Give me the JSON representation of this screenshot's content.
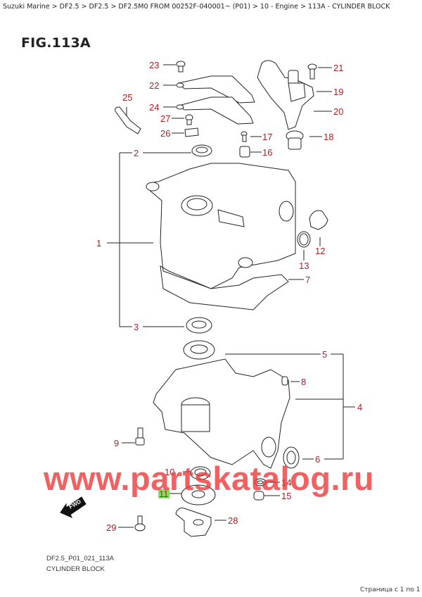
{
  "breadcrumb": {
    "text": "Suzuki Marine > DF2.5 > DF2.5 > DF2.5M0 FROM 00252F-040001~  (P01) > 10 - Engine > 113A - CYLINDER BLOCK",
    "items": [
      "Suzuki Marine",
      "DF2.5",
      "DF2.5",
      "DF2.5M0 FROM 00252F-040001~  (P01)",
      "10 - Engine",
      "113A - CYLINDER BLOCK"
    ]
  },
  "figure": {
    "title": "FIG.113A",
    "code": "DF2.5_P01_021_113A",
    "caption": "CYLINDER BLOCK",
    "fwd_label": "FWD",
    "label_color": "#b01e23",
    "highlight_color": "#7fe05a",
    "highlighted_part": "11"
  },
  "callouts": [
    {
      "num": "1"
    },
    {
      "num": "2"
    },
    {
      "num": "3"
    },
    {
      "num": "4"
    },
    {
      "num": "5"
    },
    {
      "num": "6"
    },
    {
      "num": "7"
    },
    {
      "num": "8"
    },
    {
      "num": "9"
    },
    {
      "num": "10"
    },
    {
      "num": "11"
    },
    {
      "num": "12"
    },
    {
      "num": "13"
    },
    {
      "num": "14"
    },
    {
      "num": "15"
    },
    {
      "num": "16"
    },
    {
      "num": "17"
    },
    {
      "num": "18"
    },
    {
      "num": "19"
    },
    {
      "num": "20"
    },
    {
      "num": "21"
    },
    {
      "num": "22"
    },
    {
      "num": "23"
    },
    {
      "num": "24"
    },
    {
      "num": "25"
    },
    {
      "num": "26"
    },
    {
      "num": "27"
    },
    {
      "num": "28"
    },
    {
      "num": "29"
    }
  ],
  "watermark": "www.partskatalog.ru",
  "pager": "Страница с 1 по 1"
}
